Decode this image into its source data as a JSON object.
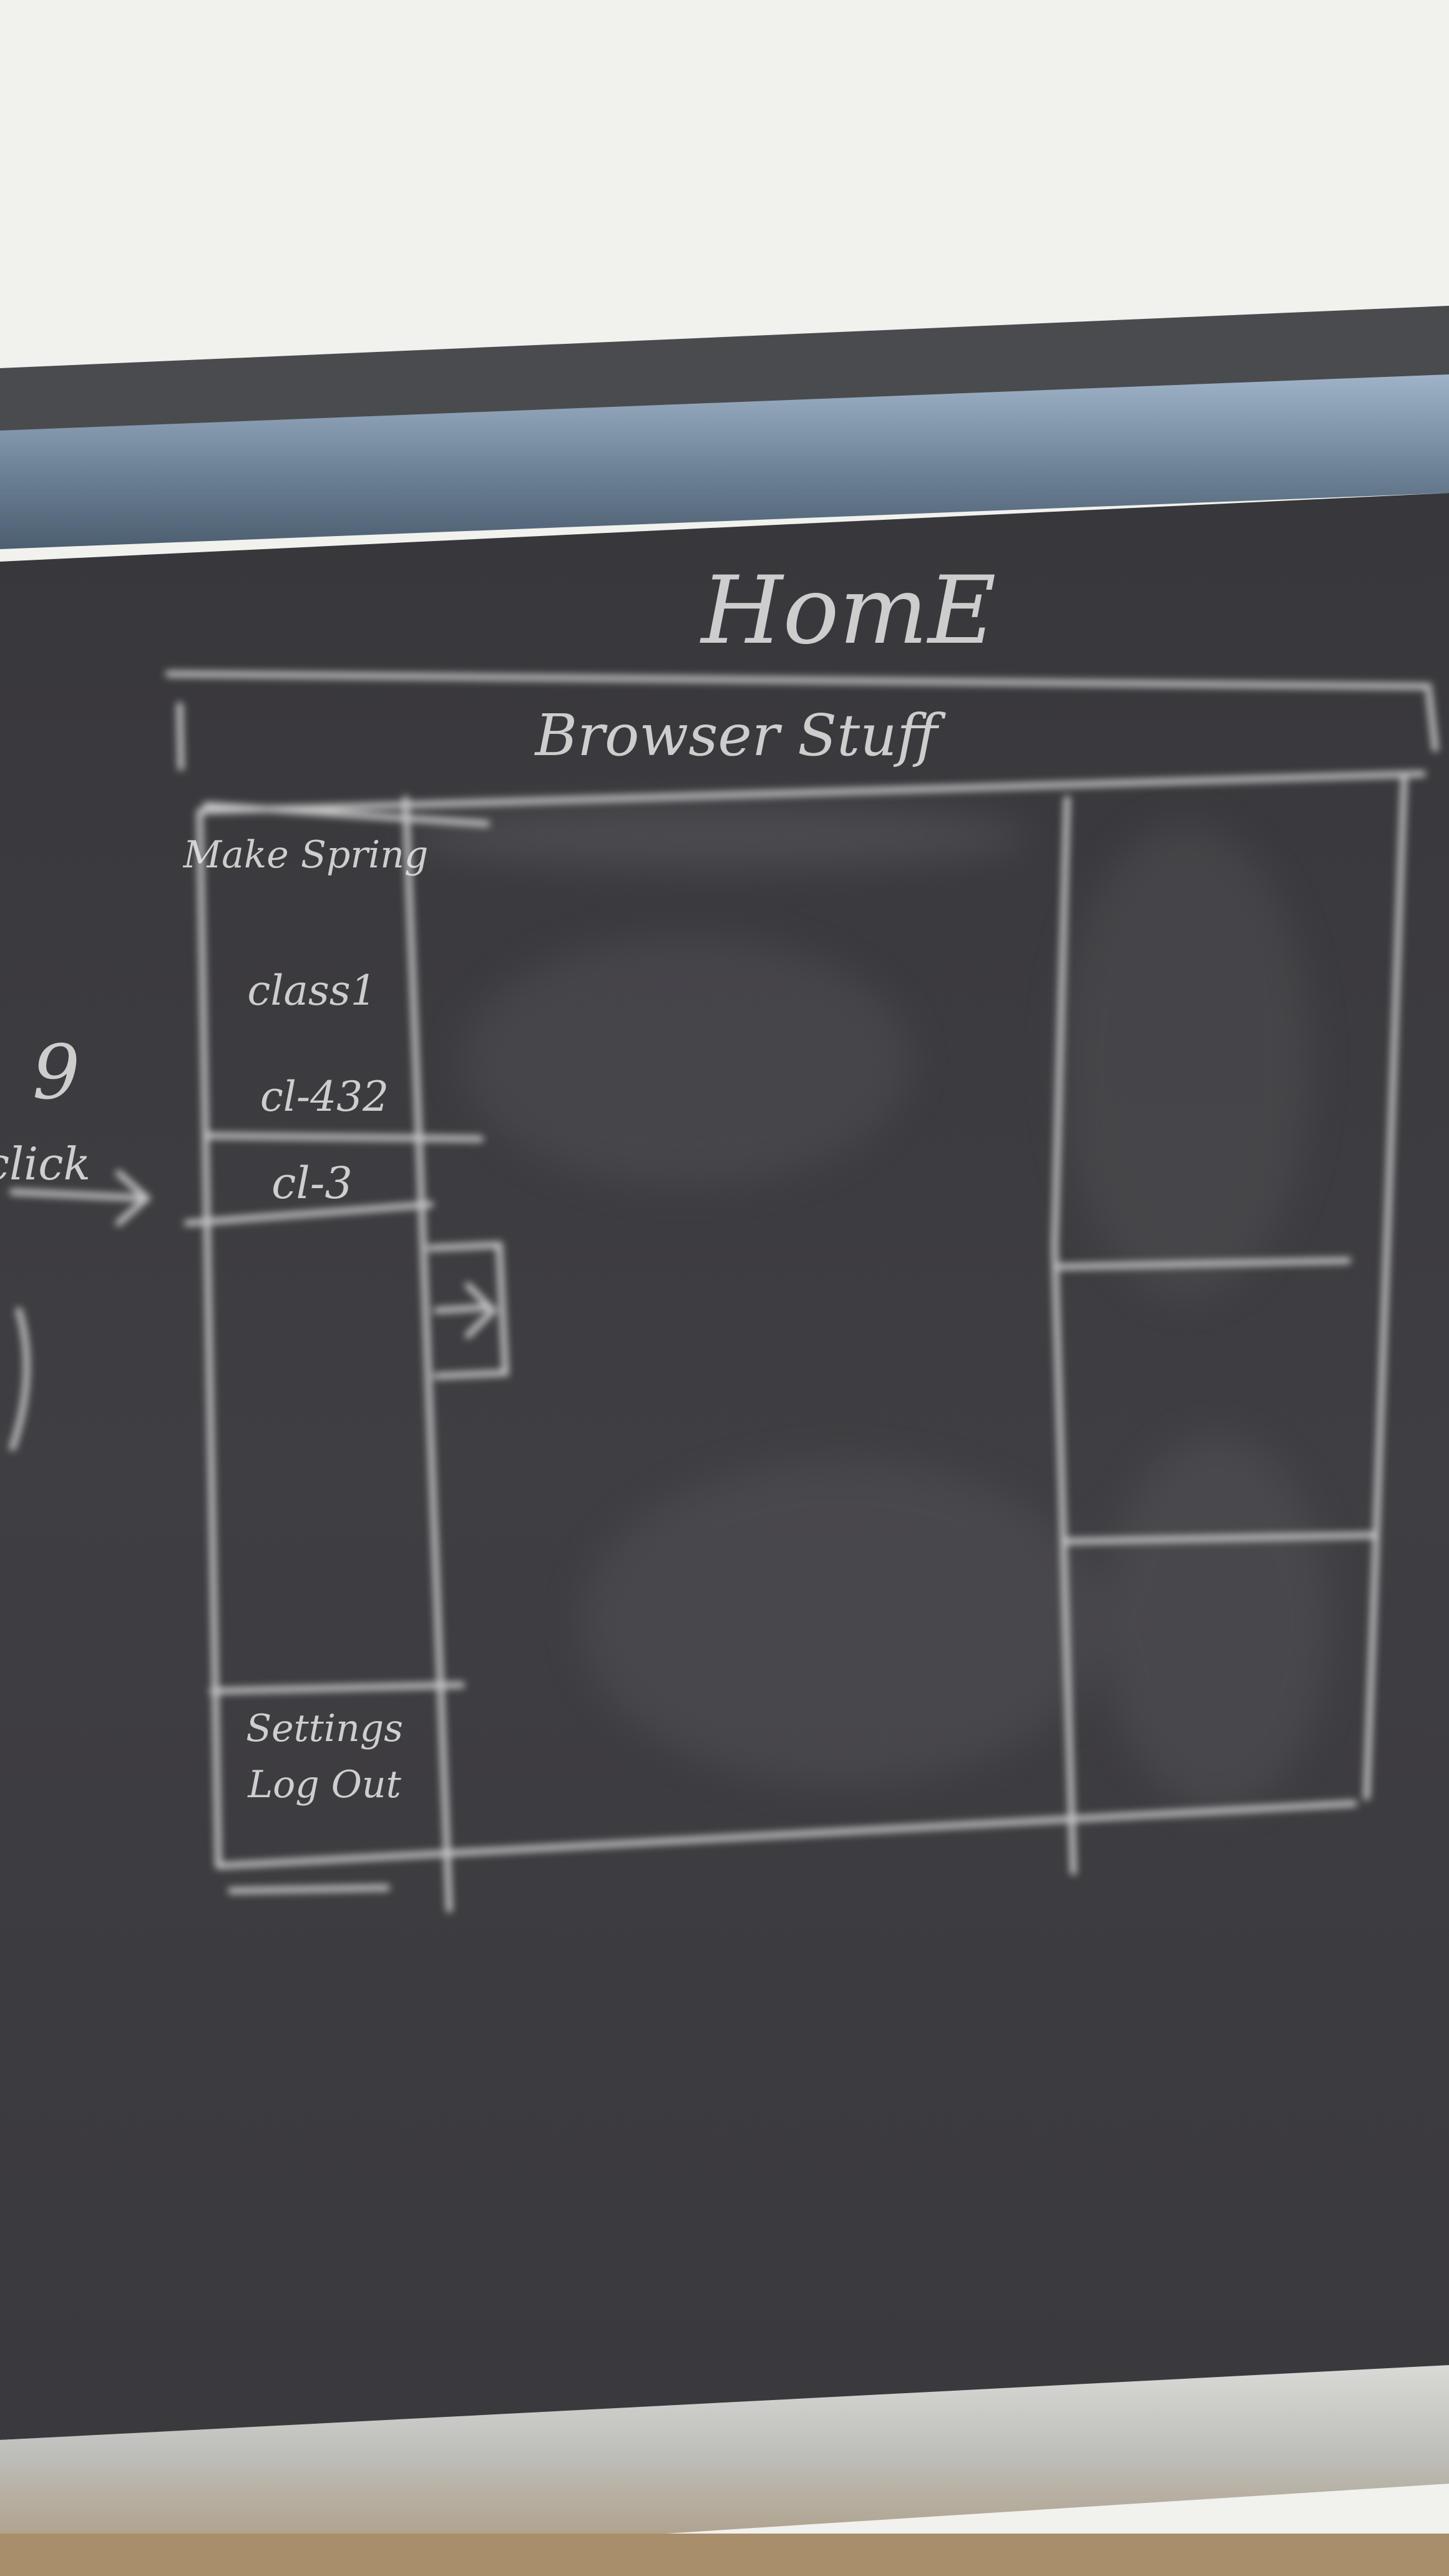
{
  "board": {
    "title": "HomE",
    "browser_bar": "Browser Stuff",
    "sidebar_items": [
      "Make Spring",
      "class1",
      "cl-432",
      "cl-3"
    ],
    "settings": "Settings",
    "logout": "Log Out",
    "side_note_fragment": "9",
    "side_note_click": "click"
  },
  "colors": {
    "wall": "#f1f1ee",
    "board": "#3d3c40",
    "frame": "#5c7186",
    "chalk": "#e6e6e6",
    "tray": "#c9b48f"
  }
}
